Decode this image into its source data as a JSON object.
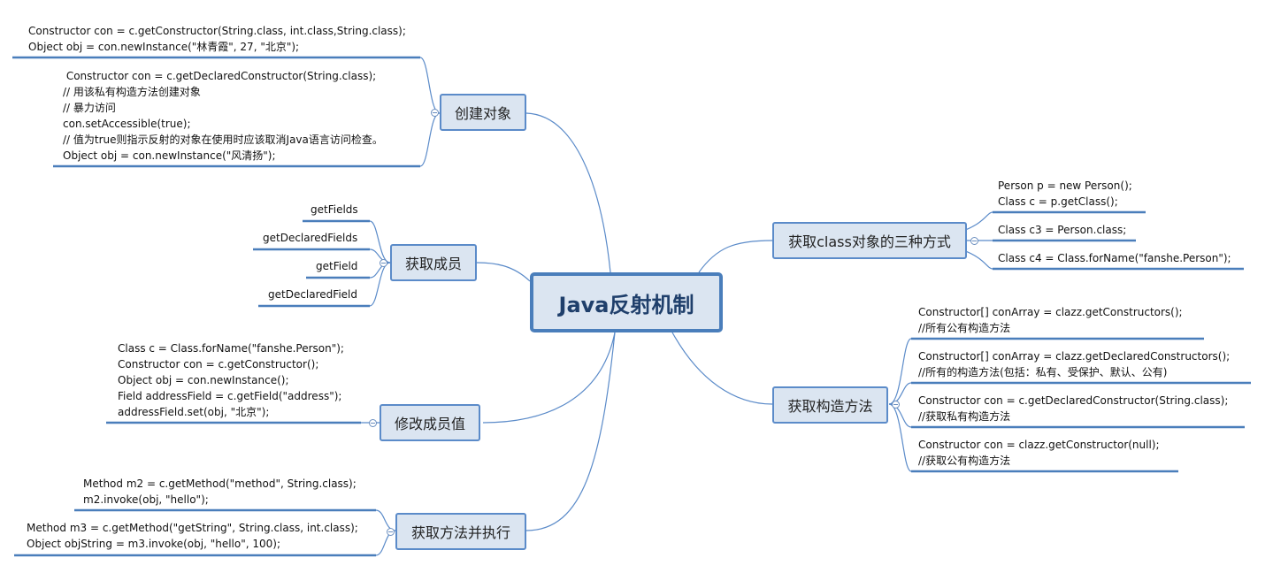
{
  "central": {
    "label": "Java反射机制"
  },
  "branches": {
    "create_object": {
      "label": "创建对象",
      "leaves": [
        "Constructor con = c.getConstructor(String.class, int.class,String.class);\nObject obj = con.newInstance(\"林青霞\", 27, \"北京\");",
        " Constructor con = c.getDeclaredConstructor(String.class);\n// 用该私有构造方法创建对象\n// 暴力访问\ncon.setAccessible(true);\n// 值为true则指示反射的对象在使用时应该取消Java语言访问检查。\nObject obj = con.newInstance(\"风清扬\");"
      ]
    },
    "get_members": {
      "label": "获取成员",
      "leaves": [
        "getFields",
        "getDeclaredFields",
        "getField",
        "getDeclaredField"
      ]
    },
    "modify_member": {
      "label": "修改成员值",
      "leaves": [
        "Class c = Class.forName(\"fanshe.Person\");\nConstructor con = c.getConstructor();\nObject obj = con.newInstance();\nField addressField = c.getField(\"address\");\naddressField.set(obj, \"北京\");"
      ]
    },
    "invoke_method": {
      "label": "获取方法并执行",
      "leaves": [
        "Method m2 = c.getMethod(\"method\", String.class);\nm2.invoke(obj, \"hello\");",
        "Method m3 = c.getMethod(\"getString\", String.class, int.class);\nObject objString = m3.invoke(obj, \"hello\", 100);"
      ]
    },
    "get_class": {
      "label": "获取class对象的三种方式",
      "leaves": [
        "Person p = new Person();\nClass c = p.getClass();",
        "Class c3 = Person.class;",
        "Class c4 = Class.forName(\"fanshe.Person\");"
      ]
    },
    "get_constructor": {
      "label": "获取构造方法",
      "leaves": [
        "Constructor[] conArray = clazz.getConstructors();\n//所有公有构造方法",
        "Constructor[] conArray = clazz.getDeclaredConstructors();\n//所有的构造方法(包括：私有、受保护、默认、公有)",
        "Constructor con = c.getDeclaredConstructor(String.class);\n//获取私有构造方法",
        "Constructor con = clazz.getConstructor(null);\n//获取公有构造方法"
      ]
    }
  },
  "colors": {
    "central_border": "#4a7ebb",
    "central_fill": "#dbe5f1",
    "central_text": "#1f3f6b",
    "topic_border": "#5b8bc9",
    "topic_fill": "#dbe5f1",
    "connector": "#5b8bc9"
  },
  "icons": {
    "collapse_toggle": "collapse-circle-icon"
  }
}
